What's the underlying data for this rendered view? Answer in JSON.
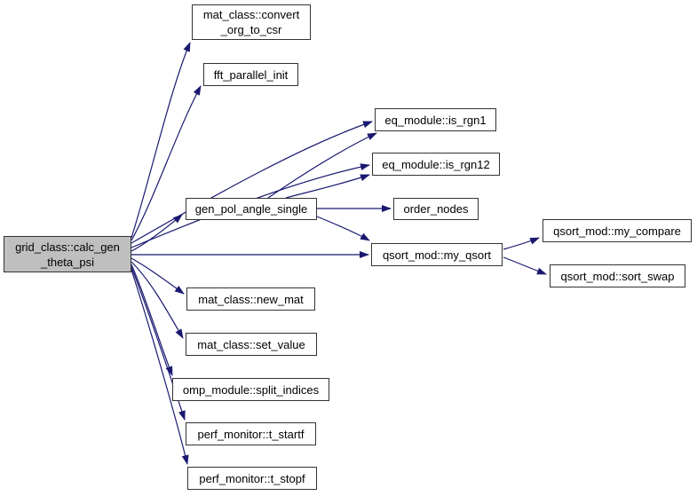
{
  "diagram_type": "call-graph",
  "colors": {
    "edge": "#191970",
    "node_border": "#333333",
    "node_fill": "#ffffff",
    "highlighted_node_fill": "#bfbfbf",
    "background": "#ffffff",
    "text": "#000000"
  },
  "nodes": {
    "main": {
      "lines": [
        "grid_class::calc_gen",
        "_theta_psi"
      ],
      "highlighted": true
    },
    "convert": {
      "lines": [
        "mat_class::convert",
        "_org_to_csr"
      ]
    },
    "fft": {
      "lines": [
        "fft_parallel_init"
      ]
    },
    "is_rgn1": {
      "lines": [
        "eq_module::is_rgn1"
      ]
    },
    "is_rgn12": {
      "lines": [
        "eq_module::is_rgn12"
      ]
    },
    "gen_pol": {
      "lines": [
        "gen_pol_angle_single"
      ]
    },
    "order": {
      "lines": [
        "order_nodes"
      ]
    },
    "qsort": {
      "lines": [
        "qsort_mod::my_qsort"
      ]
    },
    "compare": {
      "lines": [
        "qsort_mod::my_compare"
      ]
    },
    "swap": {
      "lines": [
        "qsort_mod::sort_swap"
      ]
    },
    "new_mat": {
      "lines": [
        "mat_class::new_mat"
      ]
    },
    "set_value": {
      "lines": [
        "mat_class::set_value"
      ]
    },
    "split": {
      "lines": [
        "omp_module::split_indices"
      ]
    },
    "t_startf": {
      "lines": [
        "perf_monitor::t_startf"
      ]
    },
    "t_stopf": {
      "lines": [
        "perf_monitor::t_stopf"
      ]
    }
  },
  "edges": [
    {
      "from": "grid_class::calc_gen_theta_psi",
      "to": "mat_class::convert_org_to_csr"
    },
    {
      "from": "grid_class::calc_gen_theta_psi",
      "to": "fft_parallel_init"
    },
    {
      "from": "grid_class::calc_gen_theta_psi",
      "to": "eq_module::is_rgn1"
    },
    {
      "from": "grid_class::calc_gen_theta_psi",
      "to": "eq_module::is_rgn12"
    },
    {
      "from": "grid_class::calc_gen_theta_psi",
      "to": "gen_pol_angle_single"
    },
    {
      "from": "grid_class::calc_gen_theta_psi",
      "to": "qsort_mod::my_qsort"
    },
    {
      "from": "grid_class::calc_gen_theta_psi",
      "to": "mat_class::new_mat"
    },
    {
      "from": "grid_class::calc_gen_theta_psi",
      "to": "mat_class::set_value"
    },
    {
      "from": "grid_class::calc_gen_theta_psi",
      "to": "omp_module::split_indices"
    },
    {
      "from": "grid_class::calc_gen_theta_psi",
      "to": "perf_monitor::t_startf"
    },
    {
      "from": "grid_class::calc_gen_theta_psi",
      "to": "perf_monitor::t_stopf"
    },
    {
      "from": "gen_pol_angle_single",
      "to": "eq_module::is_rgn1"
    },
    {
      "from": "gen_pol_angle_single",
      "to": "eq_module::is_rgn12"
    },
    {
      "from": "gen_pol_angle_single",
      "to": "order_nodes"
    },
    {
      "from": "gen_pol_angle_single",
      "to": "qsort_mod::my_qsort"
    },
    {
      "from": "qsort_mod::my_qsort",
      "to": "qsort_mod::my_compare"
    },
    {
      "from": "qsort_mod::my_qsort",
      "to": "qsort_mod::sort_swap"
    }
  ]
}
